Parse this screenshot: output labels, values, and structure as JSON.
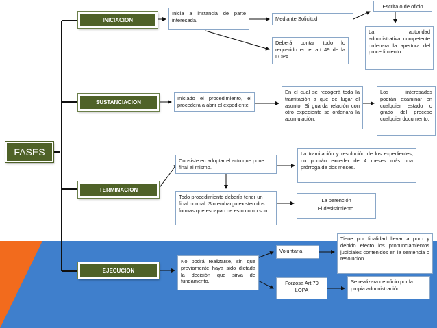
{
  "root": {
    "label": "FASES"
  },
  "phases": {
    "iniciacion": "INICIACION",
    "sustanciacion": "SUSTANCIACION",
    "terminacion": "TERMINACION",
    "ejecucion": "EJECUCION"
  },
  "iniciacion": {
    "inicia": "Inicia a instancia de parte interesada.",
    "solicitud": "Mediante Solicitud",
    "oficio": "Escrita o de oficio",
    "deber": "Deberá contar todo lo requerido en el art 49 de la LOPA.",
    "autoridad": "La autoridad administrativa competente ordenara la apertura del procedimiento."
  },
  "sustanciacion": {
    "iniciado": "Iniciado el procedimiento, el procederá a abrir el expediente",
    "recogera": "En el cual se recogerá toda la tramitación a que dé lugar el asunto. Si guarda relación con otro expediente se ordenara la acumulación.",
    "interesados": "Los interesados podrán examinar en cualquier estado o grado del proceso cualquier documento."
  },
  "terminacion": {
    "consiste": "Consiste en adoptar el acto que pone final al mismo.",
    "tramitacion": "La tramitación y resolución de los expedientes, no podrán exceder de 4 meses más una prórroga de dos meses.",
    "todo": "Todo procedimiento debería tener un final normal. Sin embargo existen dos formas que escapan de esto como son:",
    "perencion": "La perención",
    "desistimiento": "El desistimiento."
  },
  "ejecucion": {
    "no_podra": "No podrá realizarse, sin que previamente haya sido dictada la decisión que sirva de fundamento.",
    "voluntaria": "Voluntaria",
    "tiene": "Tiene por finalidad llevar a puro y debido efecto los pronunciamientos judiciales contenidos en la sentencia o resolución.",
    "forzosa": "Forzosa Art 79 LOPA",
    "realizara": "Se realizara de oficio por la propia administración."
  }
}
